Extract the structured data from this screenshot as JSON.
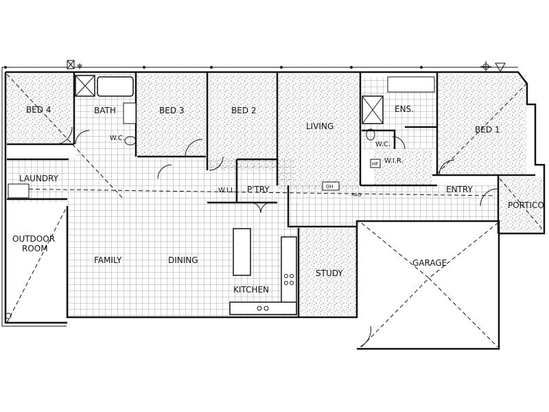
{
  "plan": {
    "rooms": [
      {
        "key": "bed4",
        "label": "BED 4"
      },
      {
        "key": "bath",
        "label": "BATH"
      },
      {
        "key": "bed3",
        "label": "BED 3"
      },
      {
        "key": "bed2",
        "label": "BED 2"
      },
      {
        "key": "living",
        "label": "LIVING"
      },
      {
        "key": "ens",
        "label": "ENS."
      },
      {
        "key": "bed1",
        "label": "BED 1"
      },
      {
        "key": "wc1",
        "label": "W.C."
      },
      {
        "key": "wc2",
        "label": "W.C."
      },
      {
        "key": "wir",
        "label": "W.I.R."
      },
      {
        "key": "laundry",
        "label": "LAUNDRY"
      },
      {
        "key": "wil",
        "label": "W.I.L."
      },
      {
        "key": "ptry",
        "label": "P'TRY"
      },
      {
        "key": "entry",
        "label": "ENTRY"
      },
      {
        "key": "portico",
        "label": "PORTICO"
      },
      {
        "key": "outdoor",
        "label": "OUTDOOR"
      },
      {
        "key": "outdoor2",
        "label": "ROOM"
      },
      {
        "key": "family",
        "label": "FAMILY"
      },
      {
        "key": "dining",
        "label": "DINING"
      },
      {
        "key": "kitchen",
        "label": "KITCHEN"
      },
      {
        "key": "study",
        "label": "STUDY"
      },
      {
        "key": "garage",
        "label": "GARAGE"
      }
    ],
    "fixtures": {
      "oh": "OH",
      "rag": "RAG",
      "hwu": "HF"
    }
  }
}
